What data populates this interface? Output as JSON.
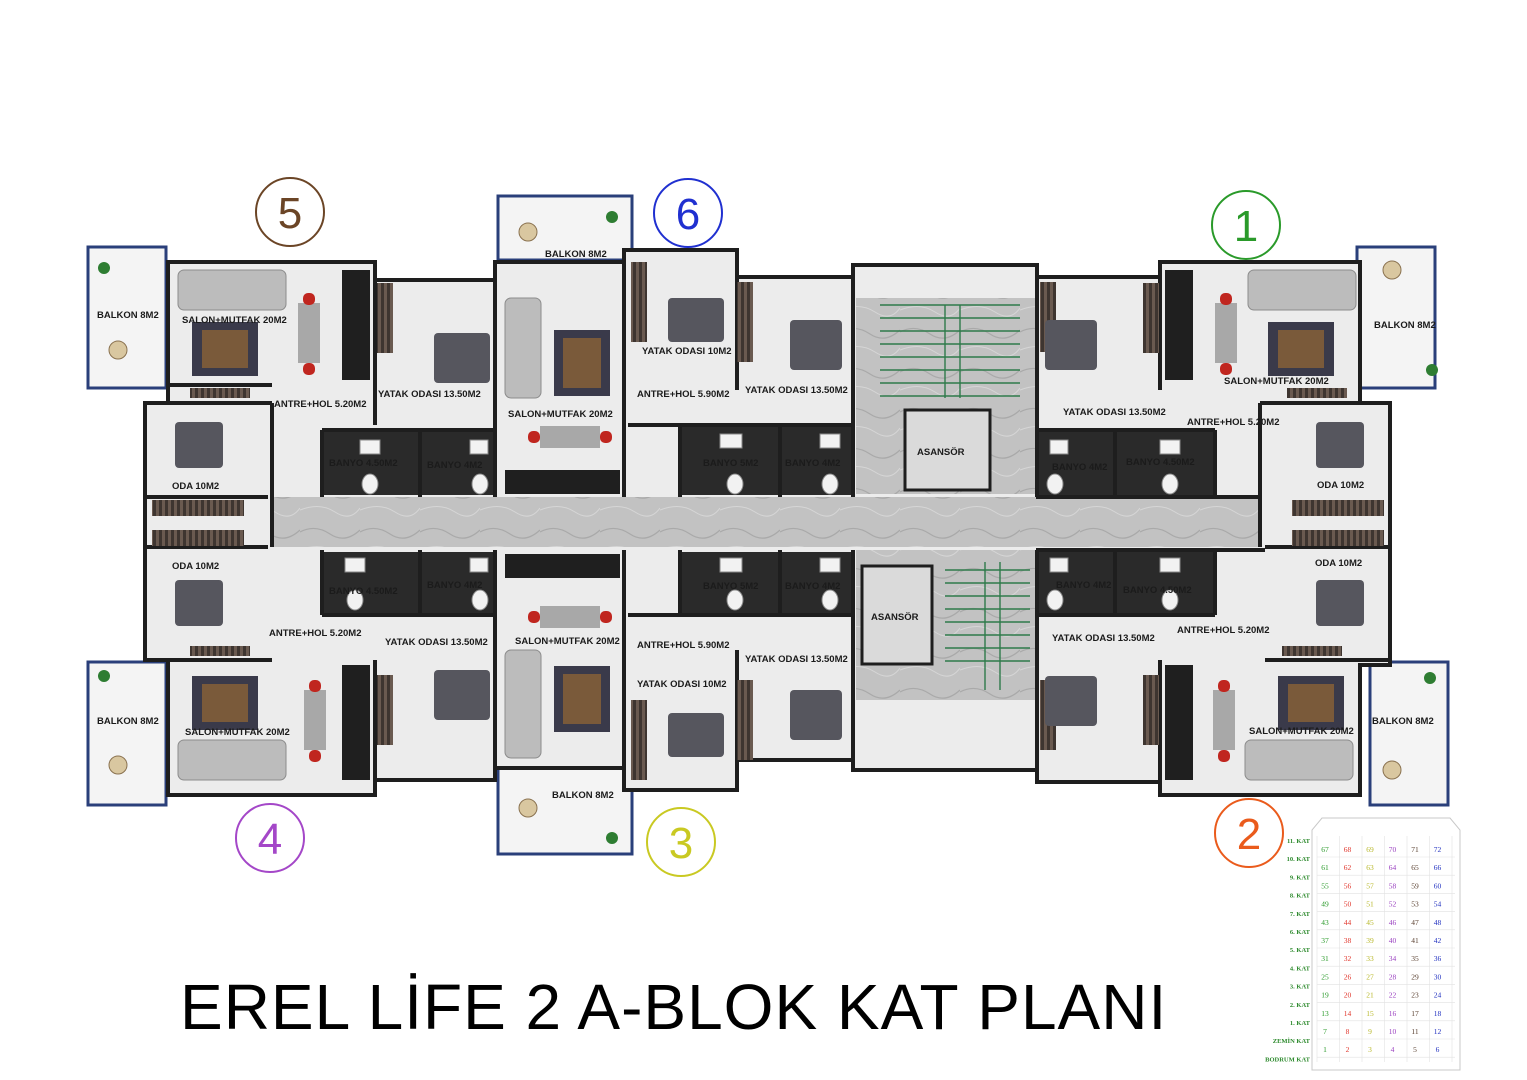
{
  "title": "EREL LİFE 2 A-BLOK KAT PLANI",
  "unit_numbers": [
    {
      "n": "1",
      "color": "#2a9a2a"
    },
    {
      "n": "2",
      "color": "#ea5b1c"
    },
    {
      "n": "3",
      "color": "#c9c922"
    },
    {
      "n": "4",
      "color": "#a447c8"
    },
    {
      "n": "5",
      "color": "#6b4526"
    },
    {
      "n": "6",
      "color": "#2030d0"
    }
  ],
  "rooms": [
    "BALKON 8M2",
    "SALON+MUTFAK 20M2",
    "ANTRE+HOL 5.20M2",
    "YATAK ODASI 13.50M2",
    "ODA 10M2",
    "BANYO 4.50M2",
    "BANYO 4M2",
    "BALKON 8M2",
    "SALON+MUTFAK 20M2",
    "YATAK ODASI 10M2",
    "ANTRE+HOL 5.90M2",
    "YATAK ODASI 13.50M2",
    "BANYO 5M2",
    "BANYO 4M2",
    "ASANSÖR",
    "BALKON 8M2",
    "SALON+MUTFAK 20M2",
    "YATAK ODASI 13.50M2",
    "ANTRE+HOL 5.20M2",
    "BANYO 4M2",
    "BANYO 4.50M2",
    "ODA 10M2",
    "ODA 10M2",
    "BANYO 4.50M2",
    "BANYO 4M2",
    "ANTRE+HOL 5.20M2",
    "YATAK ODASI 13.50M2",
    "BALKON 8M2",
    "SALON+MUTFAK 20M2",
    "SALON+MUTFAK 20M2",
    "ANTRE+HOL 5.90M2",
    "YATAK ODASI 10M2",
    "BALKON 8M2",
    "BANYO 5M2",
    "BANYO 4M2",
    "YATAK ODASI 13.50M2",
    "ASANSÖR",
    "BANYO 4M2",
    "BANYO 4.50M2",
    "YATAK ODASI 13.50M2",
    "ANTRE+HOL 5.20M2",
    "ODA 10M2",
    "BALKON 8M2",
    "SALON+MUTFAK 20M2"
  ],
  "floor_table": {
    "floors": [
      "11. KAT",
      "10. KAT",
      "9. KAT",
      "8. KAT",
      "7. KAT",
      "6. KAT",
      "5. KAT",
      "4. KAT",
      "3. KAT",
      "2. KAT",
      "1. KAT",
      "ZEMİN KAT",
      "BODRUM KAT"
    ],
    "rows": [
      [
        "67",
        "68",
        "69",
        "70",
        "71",
        "72"
      ],
      [
        "61",
        "62",
        "63",
        "64",
        "65",
        "66"
      ],
      [
        "55",
        "56",
        "57",
        "58",
        "59",
        "60"
      ],
      [
        "49",
        "50",
        "51",
        "52",
        "53",
        "54"
      ],
      [
        "43",
        "44",
        "45",
        "46",
        "47",
        "48"
      ],
      [
        "37",
        "38",
        "39",
        "40",
        "41",
        "42"
      ],
      [
        "31",
        "32",
        "33",
        "34",
        "35",
        "36"
      ],
      [
        "25",
        "26",
        "27",
        "28",
        "29",
        "30"
      ],
      [
        "19",
        "20",
        "21",
        "22",
        "23",
        "24"
      ],
      [
        "13",
        "14",
        "15",
        "16",
        "17",
        "18"
      ],
      [
        "7",
        "8",
        "9",
        "10",
        "11",
        "12"
      ],
      [
        "1",
        "2",
        "3",
        "4",
        "5",
        "6"
      ]
    ],
    "column_colors": [
      "#2a9a2a",
      "#e0342a",
      "#b8b82a",
      "#9a40c0",
      "#5a4030",
      "#2030c0"
    ]
  },
  "colors": {
    "wall": "#1e1e1e",
    "floor": "#ededed",
    "corridor": "#bdbdbd",
    "bath": "#2a2a2a",
    "sofa": "#b9b9b9",
    "bed": "#58585f"
  }
}
